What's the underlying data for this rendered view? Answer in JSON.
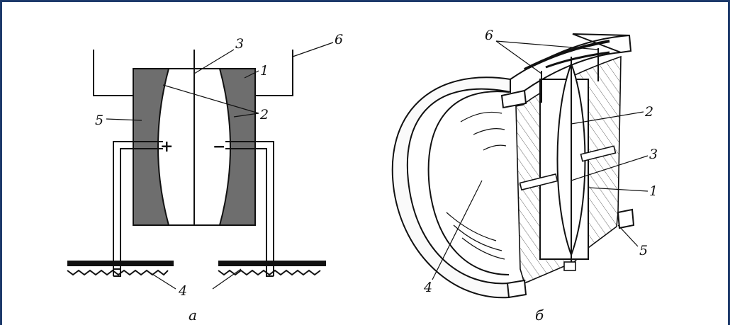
{
  "frame": {
    "border_color": "#1d3a6b",
    "background": "#ffffff"
  },
  "colors": {
    "ink": "#111111",
    "magnet": "#6e6e6e",
    "hatch": "#444444"
  },
  "diagram_a": {
    "caption": "а",
    "labels": {
      "l1": "1",
      "l2": "2",
      "l3": "3",
      "l4": "4",
      "l5": "5",
      "l6": "6"
    },
    "signs": {
      "plus": "+",
      "minus": "−"
    }
  },
  "diagram_b": {
    "caption": "б",
    "labels": {
      "l1": "1",
      "l2": "2",
      "l3": "3",
      "l4": "4",
      "l5": "5",
      "l6": "6"
    }
  }
}
